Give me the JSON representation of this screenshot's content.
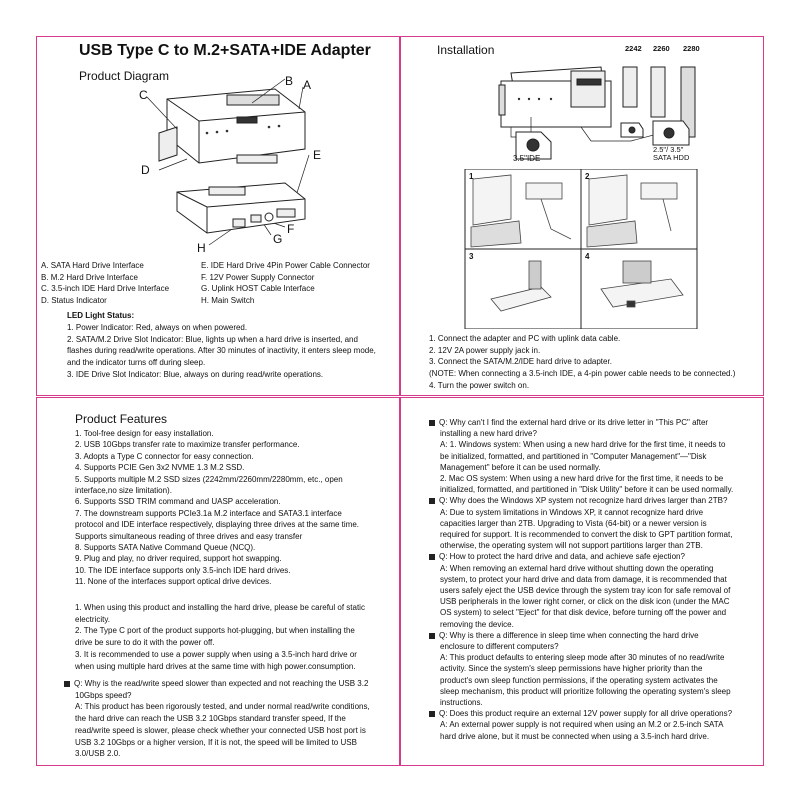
{
  "p1": {
    "title": "USB Type C to M.2+SATA+IDE Adapter",
    "subtitle": "Product Diagram",
    "letters": [
      "A",
      "B",
      "C",
      "D",
      "E",
      "F",
      "G",
      "H"
    ],
    "legend_left": [
      "A. SATA Hard Drive Interface",
      "B. M.2 Hard Drive Interface",
      "C. 3.5-inch IDE Hard Drive Interface",
      "D. Status Indicator"
    ],
    "legend_right": [
      "E. IDE Hard Drive 4Pin Power Cable Connector",
      "F. 12V Power Supply Connector",
      "G. Uplink HOST Cable Interface",
      "H. Main Switch"
    ],
    "led_title": "LED Light Status:",
    "led_lines": [
      "1. Power Indicator: Red, always on when powered.",
      "2. SATA/M.2 Drive Slot Indicator: Blue, lights up when a hard drive is inserted, and",
      "flashes during read/write operations. After 30 minutes of inactivity, it enters sleep mode,",
      "and the indicator turns off during sleep.",
      "3. IDE Drive Slot Indicator: Blue, always on during read/write operations."
    ]
  },
  "p2": {
    "title": "Installation",
    "sizes": [
      "2242",
      "2260",
      "2280"
    ],
    "ide_label": "3.5\"IDE",
    "hdd_label1": "2.5\"/ 3.5\"",
    "hdd_label2": "SATA HDD",
    "steps_nums": [
      "1",
      "2",
      "3",
      "4"
    ],
    "steps": [
      "1. Connect the adapter and PC with uplink data cable.",
      "2. 12V 2A power supply jack in.",
      "3. Connect the SATA/M.2/IDE hard drive to adapter.",
      "(NOTE: When connecting a 3.5-inch IDE, a 4-pin power cable needs to be connected.)",
      "4. Turn the power switch on."
    ]
  },
  "p3": {
    "title": "Product Features",
    "features": [
      "1. Tool-free design for easy installation.",
      "2. USB 10Gbps transfer rate to maximize transfer performance.",
      "3. Adopts a Type C connector for easy connection.",
      "4. Supports PCIE Gen 3x2 NVME 1.3 M.2 SSD.",
      "5. Supports multiple M.2 SSD sizes (2242mm/2260mm/2280mm, etc., open",
      "interface,no size limitation).",
      "6. Supports SSD TRIM command and UASP acceleration.",
      "7. The downstream supports PCIe3.1a M.2 interface and SATA3.1 interface",
      "protocol and IDE interface respectively, displaying three drives at the same time.",
      "Supports simultaneous reading of three drives and easy transfer",
      "8. Supports SATA Native Command Queue (NCQ).",
      "9. Plug and play, no driver required, support hot swapping.",
      "10. The IDE interface supports only 3.5-inch IDE hard drives.",
      "11. None of the interfaces support optical drive devices."
    ],
    "notes": [
      "1. When using this product and installing the hard drive, please be careful of static",
      "electricity.",
      "2. The Type C port of the product supports hot-plugging, but when installing the",
      "drive be sure to do it with the power off.",
      "3. It is recommended to use a power supply when using a 3.5-inch hard drive or",
      "when using multiple hard drives at the same time with high power.consumption."
    ],
    "faq_q": [
      "Q: Why is the read/write speed slower than expected and not reaching the USB 3.2",
      "10Gbps speed?"
    ],
    "faq_a": [
      "A: This product has been rigorously tested, and under normal read/write conditions,",
      "the hard drive can reach the USB 3.2 10Gbps standard transfer speed, If the",
      "read/write speed is slower, please check whether your connected USB host port is",
      "USB 3.2 10Gbps or a higher version, If it is not, the speed will be limited to USB",
      "3.0/USB 2.0."
    ]
  },
  "p4": {
    "faqs": [
      {
        "q": [
          "Q: Why can't I find the external hard drive or its drive letter in \"This PC\" after",
          "installing a new hard drive?"
        ],
        "a": [
          "A: 1. Windows system: When using a new hard drive for the first time, it needs to",
          "be initialized, formatted, and partitioned in \"Computer Management\"—\"Disk",
          "Management\" before it can be used normally.",
          "2. Mac OS system: When using a new hard drive for the first time, it needs to be",
          "initialized, formatted, and partitioned in \"Disk Utility\" before it can be used normally."
        ]
      },
      {
        "q": [
          "Q: Why does the Windows XP system not recognize hard drives larger than 2TB?"
        ],
        "a": [
          "A: Due to system limitations in Windows XP, it cannot recognize hard drive",
          "capacities larger than 2TB. Upgrading to Vista (64-bit) or a newer version is",
          "required for support. It is recommended to convert the disk to GPT partition format,",
          "otherwise, the operating system will not support partitions larger than 2TB."
        ]
      },
      {
        "q": [
          "Q: How to protect the hard drive and data, and achieve safe ejection?"
        ],
        "a": [
          "A: When removing an external hard drive without shutting down the operating",
          "system, to protect your hard drive and data from damage, it is recommended that",
          "users safely eject the USB device through the system tray icon for safe removal of",
          "USB peripherals in the lower right corner, or click on the disk icon (under the MAC",
          "OS system) to select \"Eject\" for that disk device, before turning off the power and",
          "removing the device."
        ]
      },
      {
        "q": [
          "Q: Why is there a difference in sleep time when connecting the hard drive",
          "enclosure to different computers?"
        ],
        "a": [
          "A: This product defaults to entering sleep mode after 30 minutes of no read/write",
          "activity. Since the system's sleep permissions have higher priority than the",
          "product's own sleep function permissions, if the operating system activates the",
          "sleep mechanism, this product will prioritize following the operating system's sleep",
          "instructions."
        ]
      },
      {
        "q": [
          "Q: Does this product require an external 12V power supply for all drive operations?"
        ],
        "a": [
          "A: An external power supply is not required when using an M.2 or 2.5-inch SATA",
          "hard drive alone, but it must be connected when using a 3.5-inch hard drive."
        ]
      }
    ]
  }
}
